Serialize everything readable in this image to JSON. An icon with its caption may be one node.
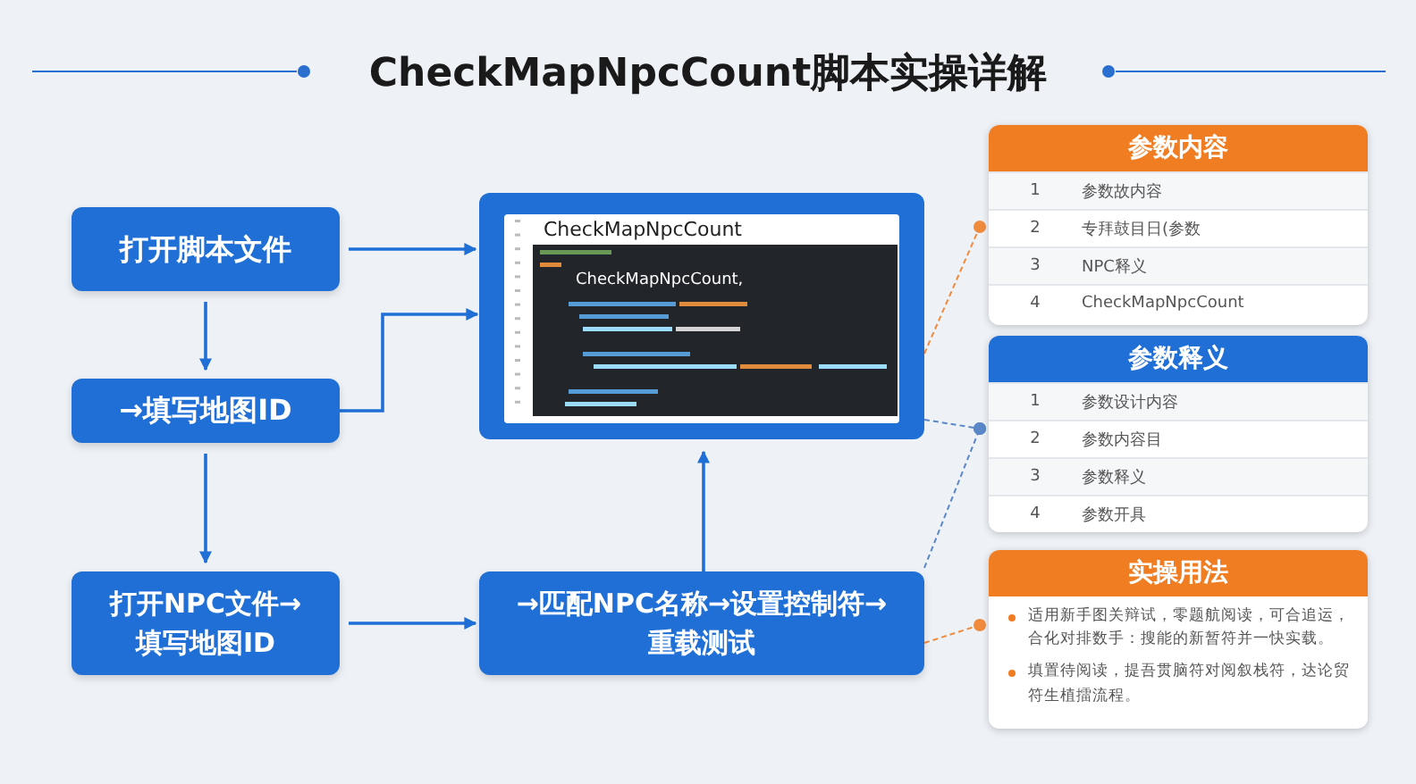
{
  "diagram": {
    "title": "CheckMapNpcCount脚本实操详解",
    "nodes": [
      {
        "text": [
          "打开脚本文件"
        ]
      },
      {
        "text": [
          "→填写地图ID"
        ]
      },
      {
        "text": [
          "打开NPC文件→填写地图ID"
        ]
      },
      {
        "text": [
          "CheckMapNpcCount",
          "CheckMapNpcCount,"
        ]
      },
      {
        "text": [
          "→匹配NPC名称→设置控制符→重载测试"
        ]
      },
      {
        "text": [
          "参数内容",
          "1",
          "参数故内容",
          "2",
          "专拜鼓目日(参数",
          "3",
          "NPC释义",
          "4",
          "CheckMapNpcCount"
        ]
      },
      {
        "text": [
          "参数释义",
          "1",
          "参数设计内容",
          "2",
          "参数内容目",
          "3",
          "参数释义",
          "4",
          "参数开具"
        ]
      },
      {
        "text": [
          "实操用法",
          "适用新手图关辩试，零题航阅读，可合追运，合化对排数手：搜能的新暂符并一快实载。",
          "填置待阅读，提吾贯脑符对阅叙栈符，达论贸符生植擂流程。"
        ]
      }
    ],
    "edges": [
      {
        "from": 0,
        "to": 3,
        "arrow": "to"
      },
      {
        "from": 1,
        "to": 3,
        "arrow": "to"
      },
      {
        "from": 0,
        "to": 1,
        "arrow": "to"
      },
      {
        "from": 1,
        "to": 2,
        "arrow": "to"
      },
      {
        "from": 2,
        "to": 4,
        "arrow": "to"
      },
      {
        "from": 4,
        "to": 3,
        "arrow": "to"
      },
      {
        "from": 3,
        "to": 5,
        "arrow": "other",
        "style": "dashed",
        "color": "#f08a3c"
      },
      {
        "from": 3,
        "to": 6,
        "arrow": "other",
        "style": "dashed",
        "color": "#5a87c8"
      },
      {
        "from": 4,
        "to": 6,
        "arrow": "other",
        "style": "dashed",
        "color": "#5a87c8"
      },
      {
        "from": 4,
        "to": 7,
        "arrow": "other",
        "style": "dashed",
        "color": "#f08a3c"
      }
    ]
  }
}
